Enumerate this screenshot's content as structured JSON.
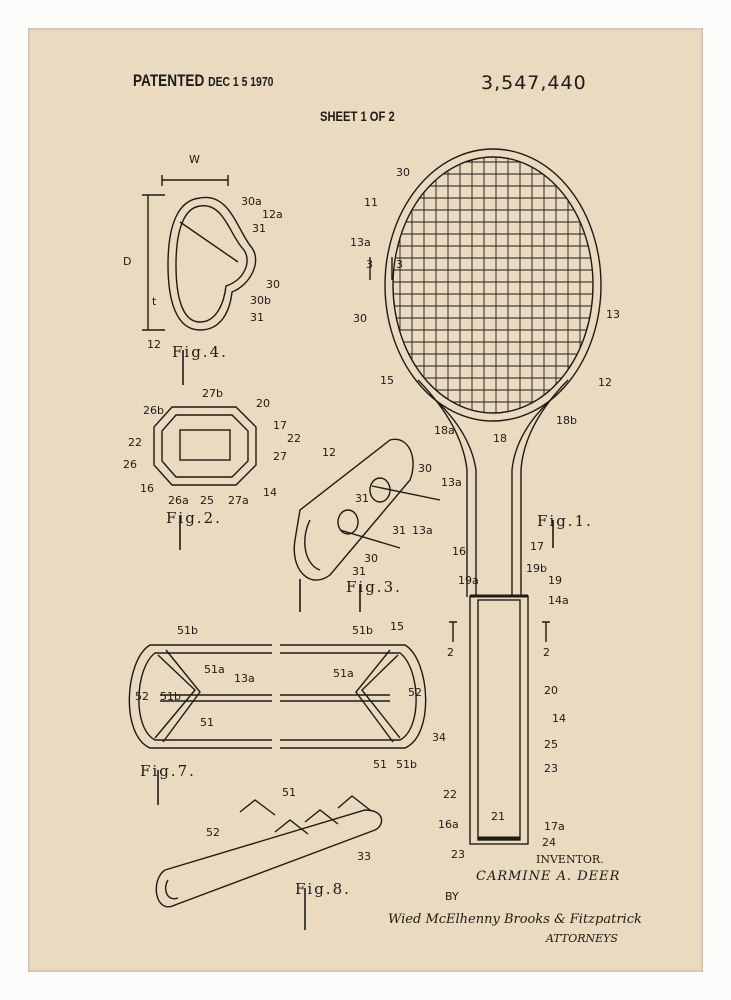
{
  "header": {
    "patented_label": "PATENTED",
    "date": "DEC 1 5 1970",
    "patent_number": "3,547,440",
    "sheet": "SHEET 1 OF 2"
  },
  "figures": {
    "fig1": "Fig.1.",
    "fig2": "Fig.2.",
    "fig3": "Fig.3.",
    "fig4": "Fig.4.",
    "fig7": "Fig.7.",
    "fig8": "Fig.8."
  },
  "refs": {
    "fig1": [
      "30",
      "11",
      "13a",
      "3",
      "3",
      "30",
      "13",
      "15",
      "12",
      "18a",
      "18",
      "18b",
      "16",
      "17",
      "19a",
      "19b",
      "19",
      "14a",
      "2",
      "2",
      "20",
      "14",
      "25",
      "23",
      "22",
      "21",
      "16a",
      "17a",
      "23",
      "24"
    ],
    "fig4": [
      "W",
      "30a",
      "12a",
      "31",
      "D",
      "30",
      "30b",
      "31",
      "12",
      "t"
    ],
    "fig2": [
      "27b",
      "26b",
      "20",
      "17",
      "22",
      "22",
      "26",
      "27",
      "16",
      "14",
      "26a",
      "25",
      "27a"
    ],
    "fig3": [
      "12",
      "30",
      "13a",
      "31",
      "31",
      "13a",
      "30",
      "31"
    ],
    "fig7": [
      "51b",
      "51a",
      "13a",
      "52",
      "51b",
      "51",
      "51b",
      "15",
      "51a",
      "52",
      "34",
      "51",
      "51b"
    ],
    "fig8": [
      "51",
      "52",
      "33"
    ]
  },
  "inventor": {
    "label": "INVENTOR.",
    "name": "CARMINE A. DEER",
    "by": "BY",
    "signature": "Wied McElhenny Brooks & Fitzpatrick",
    "attorneys": "ATTORNEYS"
  },
  "colors": {
    "paper": "#e9dac0",
    "ink": "#1e1a16",
    "frame": "#fbfbfa"
  }
}
